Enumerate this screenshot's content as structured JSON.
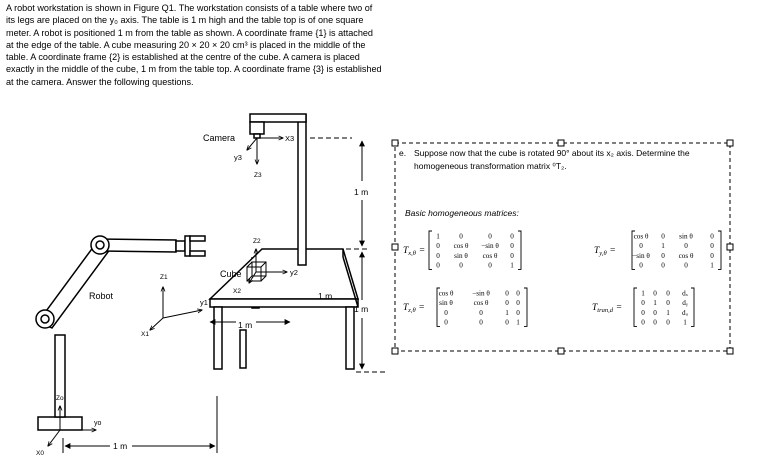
{
  "problem": {
    "lines": [
      "A robot workstation is shown in Figure Q1. The workstation consists of a table where two of",
      "its legs are placed on the y₀ axis. The table is 1 m high and the table top is of one square",
      "meter. A robot is positioned 1 m from the table as shown. A coordinate frame {1} is attached",
      "at the edge of the table. A cube measuring 20 × 20 × 20 cm³ is placed in the middle of the",
      "table. A coordinate frame {2} is established at the centre of the cube. A camera is placed",
      "exactly in the middle of the cube, 1 m from the table top. A coordinate frame {3} is established",
      "at the camera. Answer the following questions."
    ]
  },
  "figure": {
    "camera_label": "Camera",
    "cube_label": "Cube",
    "robot_label": "Robot",
    "axes": {
      "x0": "X0",
      "y0": "yo",
      "z0": "Zo",
      "x1": "X1",
      "y1": "y1",
      "z1": "Z1",
      "x2": "X2",
      "y2": "y2",
      "z2": "Z2",
      "x3": "X3",
      "y3": "y3",
      "z3": "Z3"
    },
    "dims": {
      "upper_height": "1 m",
      "table_height": "1 m",
      "table_depth": "1 m",
      "table_width": "1 m",
      "robot_distance": "1 m"
    }
  },
  "question": {
    "label": "e.",
    "line1": "Suppose now that the cube is rotated 90° about its x₂ axis. Determine the",
    "line2": "homogeneous transformation matrix ⁰T₂.",
    "basic_title": "Basic homogeneous matrices:"
  },
  "matrices": {
    "tx": {
      "name": "T",
      "sub": "x,θ",
      "rows": [
        [
          "1",
          "0",
          "0",
          "0"
        ],
        [
          "0",
          "cos θ",
          "−sin θ",
          "0"
        ],
        [
          "0",
          "sin θ",
          "cos θ",
          "0"
        ],
        [
          "0",
          "0",
          "0",
          "1"
        ]
      ]
    },
    "ty": {
      "name": "T",
      "sub": "y,θ",
      "rows": [
        [
          "cos θ",
          "0",
          "sin θ",
          "0"
        ],
        [
          "0",
          "1",
          "0",
          "0"
        ],
        [
          "−sin θ",
          "0",
          "cos θ",
          "0"
        ],
        [
          "0",
          "0",
          "0",
          "1"
        ]
      ]
    },
    "tz": {
      "name": "T",
      "sub": "z,θ",
      "rows": [
        [
          "cos θ",
          "−sin θ",
          "0",
          "0"
        ],
        [
          "sin θ",
          "cos θ",
          "0",
          "0"
        ],
        [
          "0",
          "0",
          "1",
          "0"
        ],
        [
          "0",
          "0",
          "0",
          "1"
        ]
      ]
    },
    "ttrans": {
      "name": "T",
      "sub": "tran,d",
      "rows": [
        [
          "1",
          "0",
          "0",
          "dₓ"
        ],
        [
          "0",
          "1",
          "0",
          "dᵧ"
        ],
        [
          "0",
          "0",
          "1",
          "dᵤ"
        ],
        [
          "0",
          "0",
          "0",
          "1"
        ]
      ]
    }
  }
}
